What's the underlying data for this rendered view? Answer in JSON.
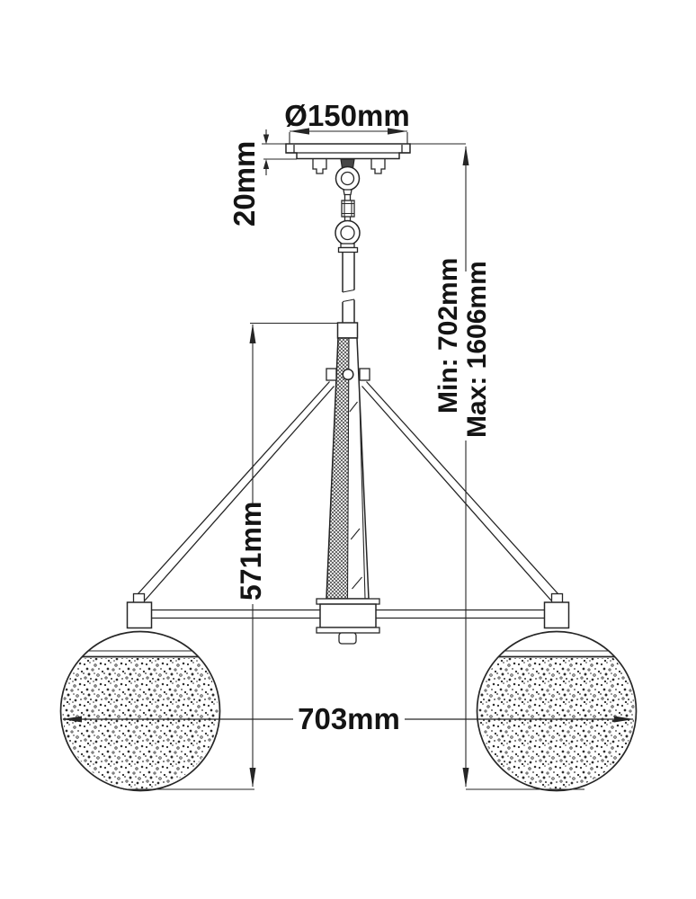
{
  "dimensions": {
    "canopy_diameter": "Ø150mm",
    "canopy_height": "20mm",
    "suspension_min": "Min: 702mm",
    "suspension_max": "Max: 1606mm",
    "fixture_height": "571mm",
    "fixture_width": "703mm"
  },
  "colors": {
    "line": "#262626",
    "text": "#141414",
    "background": "#ffffff"
  }
}
